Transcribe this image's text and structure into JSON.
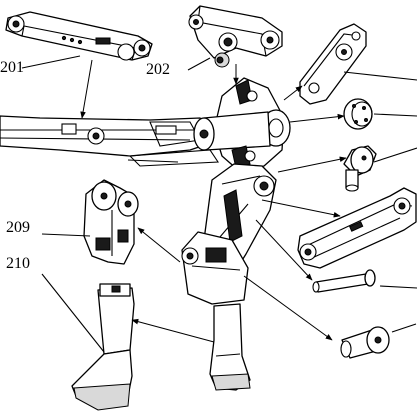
{
  "diagram": {
    "labels": [
      {
        "id": "201",
        "text": "201"
      },
      {
        "id": "202",
        "text": "202"
      },
      {
        "id": "209",
        "text": "209"
      },
      {
        "id": "210",
        "text": "210"
      }
    ]
  }
}
